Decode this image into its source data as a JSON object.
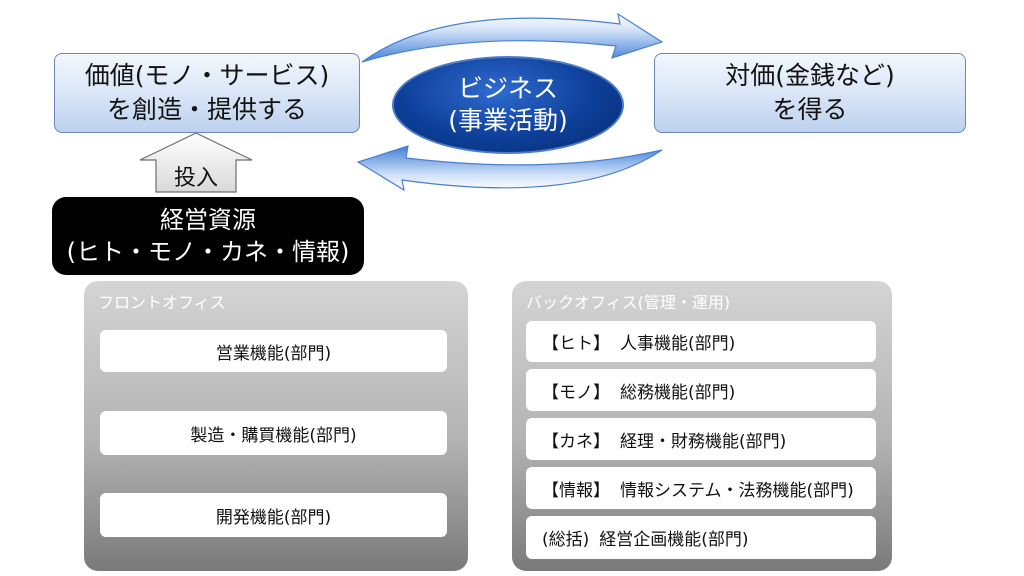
{
  "diagram": {
    "value_box": {
      "line1": "価値(モノ・サービス)",
      "line2": "を創造・提供する"
    },
    "business": {
      "line1": "ビジネス",
      "line2": "(事業活動)"
    },
    "compensation_box": {
      "line1": "対価(金銭など)",
      "line2": "を得る"
    },
    "input_arrow_label": "投入",
    "resources": {
      "line1": "経営資源",
      "line2": "(ヒト・モノ・カネ・情報)"
    },
    "front_office": {
      "title": "フロントオフィス",
      "items": [
        "営業機能(部門)",
        "製造・購買機能(部門)",
        "開発機能(部門)"
      ]
    },
    "back_office": {
      "title": "バックオフィス(管理・運用)",
      "items": [
        {
          "tag": "【ヒト】",
          "label": "人事機能(部門)"
        },
        {
          "tag": "【モノ】",
          "label": "総務機能(部門)"
        },
        {
          "tag": "【カネ】",
          "label": "経理・財務機能(部門)"
        },
        {
          "tag": "【情報】",
          "label": "情報システム・法務機能(部門)"
        },
        {
          "tag": "(総括)",
          "label": "経営企画機能(部門)"
        }
      ]
    },
    "colors": {
      "blue_box_border": "#6b89b8",
      "business_ellipse": "#0d3f99",
      "arrow_fill": "#5b8fd6",
      "resources_fill": "#000000",
      "panel_top": "#d4d4d4",
      "panel_bottom": "#7a7a7a"
    }
  }
}
